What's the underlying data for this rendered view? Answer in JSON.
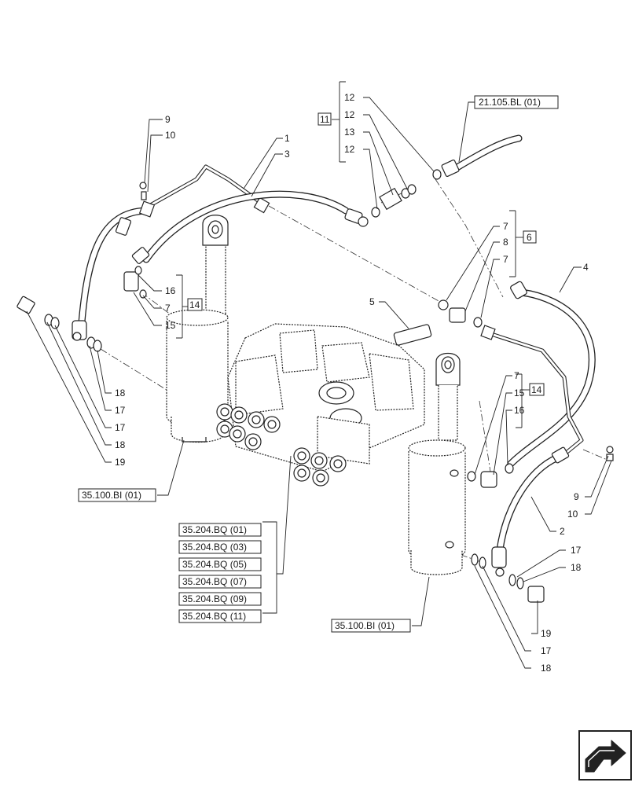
{
  "callouts": {
    "c1": "1",
    "c3": "3",
    "c9a": "9",
    "c10a": "10",
    "c12a": "12",
    "c12b": "12",
    "c13": "13",
    "c12c": "12",
    "c11": "11",
    "ref_top": "21.105.BL (01)",
    "c7a": "7",
    "c8": "8",
    "c7b": "7",
    "c6": "6",
    "c4": "4",
    "c5": "5",
    "c16a": "16",
    "c7c": "7",
    "c15a": "15",
    "c14a": "14",
    "c18a": "18",
    "c17a": "17",
    "c17b": "17",
    "c18b": "18",
    "c19a": "19",
    "c7d": "7",
    "c15b": "15",
    "c14b": "14",
    "c16b": "16",
    "c9b": "9",
    "c10b": "10",
    "c2": "2",
    "c17c": "17",
    "c18c": "18",
    "c19b": "19",
    "c17d": "17",
    "c18d": "18",
    "ref_left": "35.100.BI (01)",
    "ref_bottom": "35.100.BI (01)",
    "ref_list": [
      "35.204.BQ (01)",
      "35.204.BQ (03)",
      "35.204.BQ (05)",
      "35.204.BQ (07)",
      "35.204.BQ (09)",
      "35.204.BQ (11)"
    ]
  },
  "nav_icon": "next-page-arrow-icon"
}
